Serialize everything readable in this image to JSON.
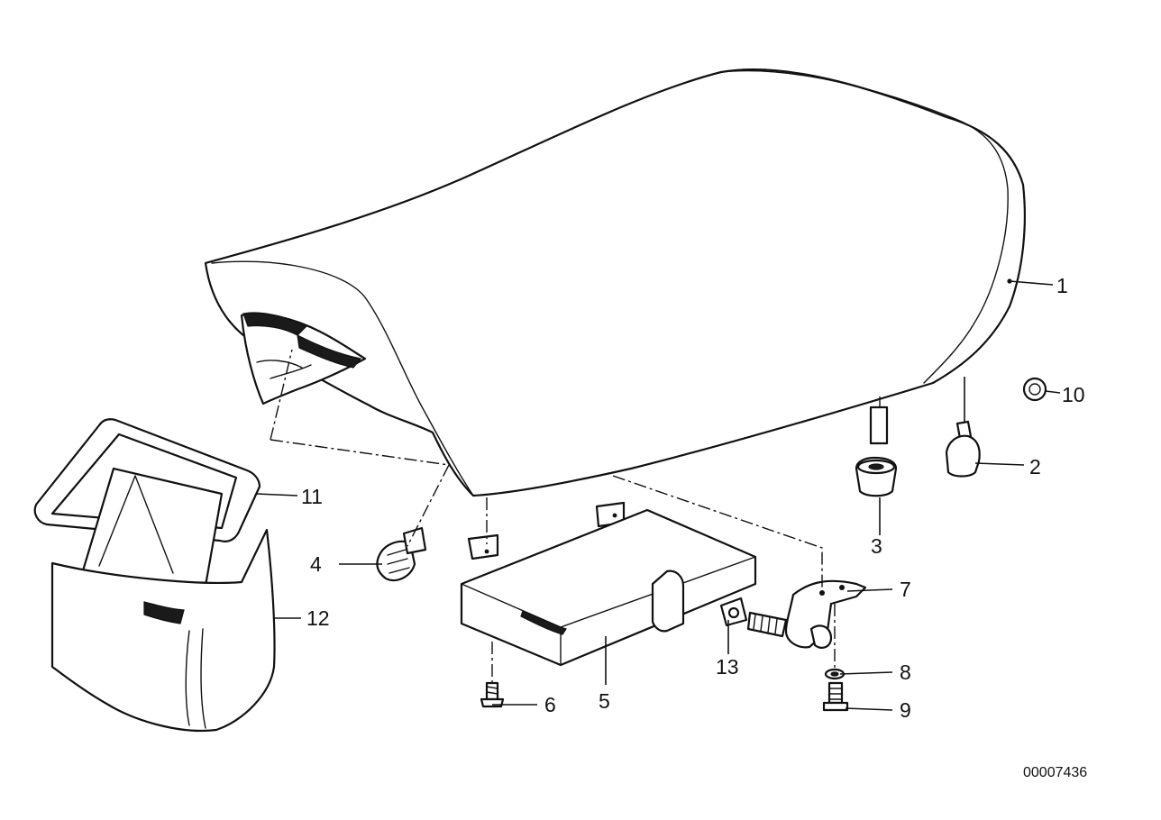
{
  "callouts": {
    "c1": "1",
    "c2": "2",
    "c3": "3",
    "c4": "4",
    "c5": "5",
    "c6": "6",
    "c7": "7",
    "c8": "8",
    "c9": "9",
    "c10": "10",
    "c11": "11",
    "c12": "12",
    "c13": "13"
  },
  "document_number": "00007436"
}
